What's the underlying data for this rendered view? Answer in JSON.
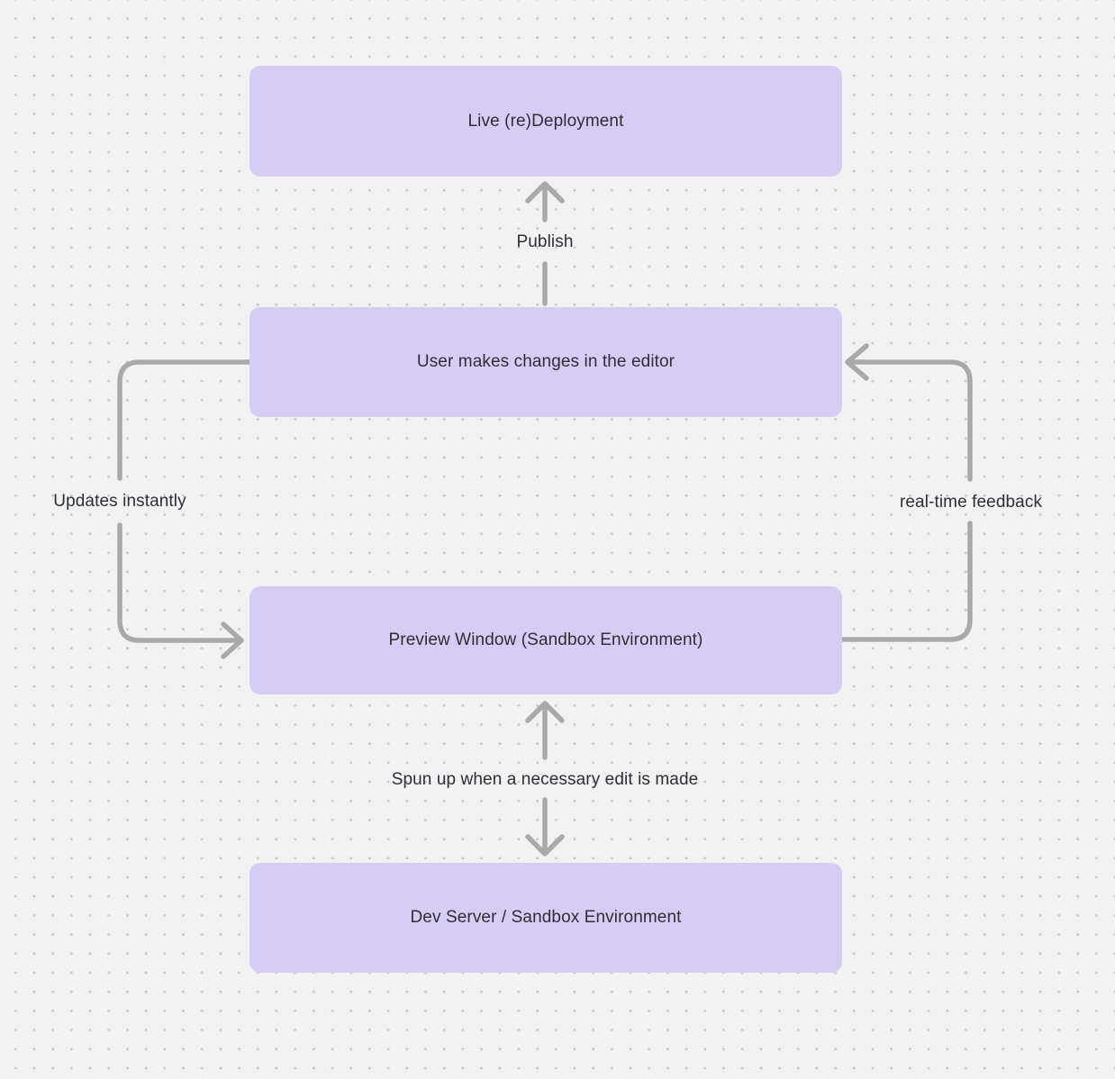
{
  "diagram": {
    "nodes": [
      {
        "id": "live-redeployment",
        "label": "Live (re)Deployment"
      },
      {
        "id": "user-editor",
        "label": "User makes changes in the editor"
      },
      {
        "id": "preview-window",
        "label": "Preview Window (Sandbox Environment)"
      },
      {
        "id": "dev-server",
        "label": "Dev Server / Sandbox Environment"
      }
    ],
    "edge_labels": [
      {
        "id": "publish",
        "label": "Publish"
      },
      {
        "id": "updates-instantly",
        "label": "Updates instantly"
      },
      {
        "id": "real-time-feedback",
        "label": "real-time feedback"
      },
      {
        "id": "spun-up",
        "label": "Spun up when a necessary edit is made"
      }
    ]
  },
  "colors": {
    "background": "#f2f2f2",
    "dot": "#c6c6c6",
    "node_fill": "#d7ccf4",
    "arrow": "#a9a9a9",
    "text": "#2e2e35"
  }
}
